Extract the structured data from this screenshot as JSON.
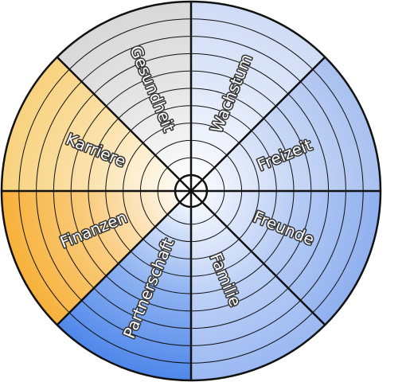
{
  "wheel": {
    "segments": [
      {
        "key": "wachstum",
        "label": "Wachstum",
        "fill": "#cfdcf6"
      },
      {
        "key": "freizeit",
        "label": "Freizeit",
        "fill": "#a9c1f0"
      },
      {
        "key": "freunde",
        "label": "Freunde",
        "fill": "#8fb0ef"
      },
      {
        "key": "familie",
        "label": "Familie",
        "fill": "#9ab8f2"
      },
      {
        "key": "partnerschaft",
        "label": "Partnerschaft",
        "fill": "#4f87ea"
      },
      {
        "key": "finanzen",
        "label": "Finanzen",
        "fill": "#f7b13a"
      },
      {
        "key": "karriere",
        "label": "Karriere",
        "fill": "#f8d27e"
      },
      {
        "key": "gesundheit",
        "label": "Gesundheit",
        "fill": "#d8d8d8"
      }
    ],
    "ring_count": 10,
    "line_color": "#111111",
    "center_color": "#ffffff"
  }
}
